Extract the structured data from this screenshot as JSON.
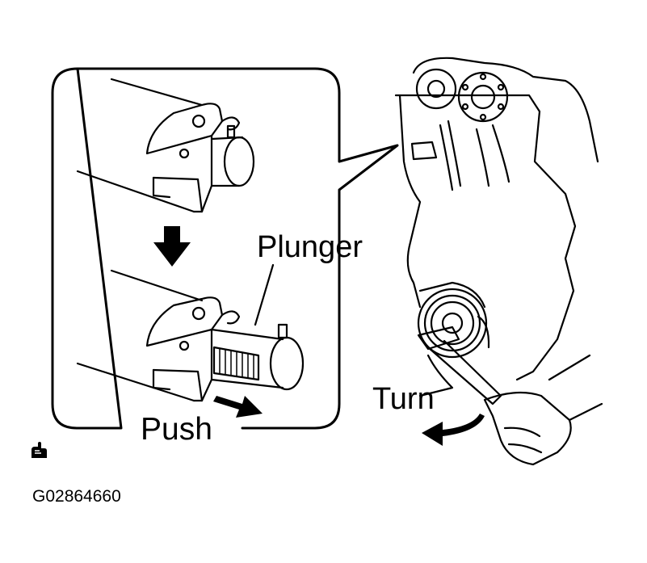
{
  "labels": {
    "plunger": "Plunger",
    "push": "Push",
    "turn": "Turn",
    "code": "G02864660"
  },
  "icons": {
    "reference_mark": "hand-pointer-icon",
    "down_arrow": "arrow-down-icon",
    "push_arrow": "arrow-right-icon",
    "turn_arrow": "curved-arrow-left-icon"
  },
  "colors": {
    "ink": "#000000",
    "paper": "#ffffff"
  }
}
